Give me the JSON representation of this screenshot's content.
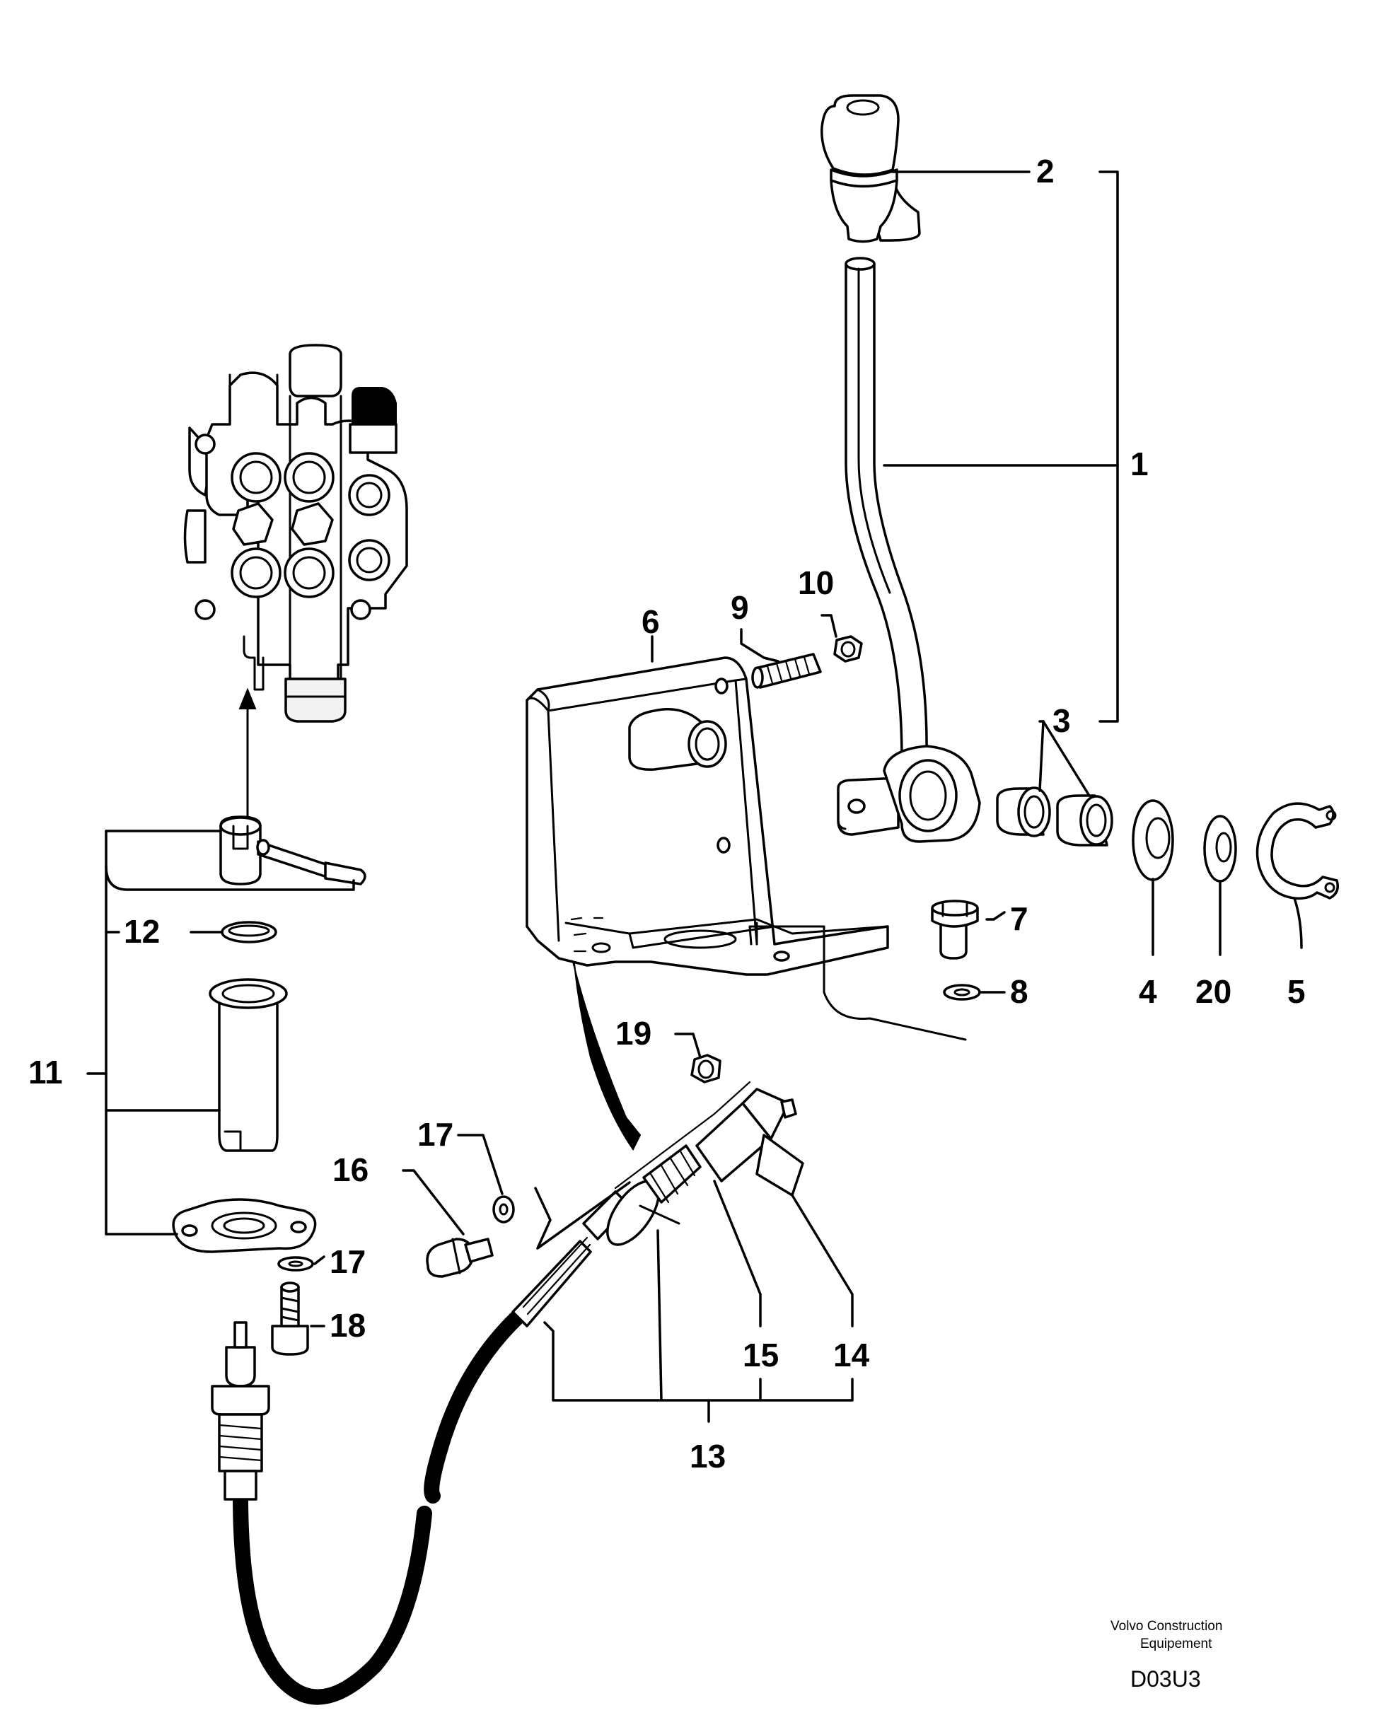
{
  "callouts": {
    "c1": "1",
    "c2": "2",
    "c3": "3",
    "c4": "4",
    "c5": "5",
    "c6": "6",
    "c7": "7",
    "c8": "8",
    "c9": "9",
    "c10": "10",
    "c11": "11",
    "c12": "12",
    "c13": "13",
    "c14": "14",
    "c15": "15",
    "c16": "16",
    "c17a": "17",
    "c17b": "17",
    "c18": "18",
    "c19": "19",
    "c20": "20"
  },
  "footer": {
    "credit_line1": "Volvo Construction",
    "credit_line2": "Equipement",
    "drawing_code": "D03U3"
  }
}
